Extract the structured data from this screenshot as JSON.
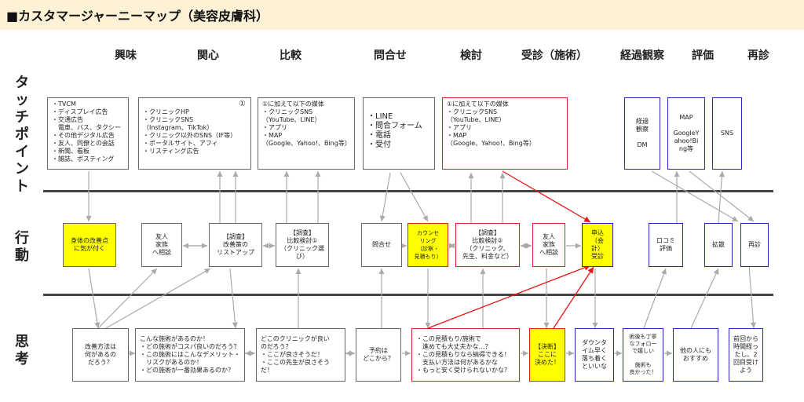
{
  "title": "■カスタマージャーニーマップ（美容皮膚科）",
  "stages": [
    "興味",
    "関心",
    "比較",
    "問合せ",
    "検討",
    "受診（施術）",
    "経過観察",
    "評価",
    "再診"
  ],
  "row_labels": {
    "touchpoint": "タッチポイント",
    "action": "行動",
    "thought": "思考"
  },
  "touchpoints": {
    "interest": "・TVCM\n・ディスプレイ広告\n・交通広告\n　電車、バス、タクシー\n・その他デジタル広告\n・友人、同僚との会話\n・新聞、看板\n・雑誌、ポスティング",
    "concern": "・クリニックHP\n・クリニックSNS\n（Instagram、TikTok）\n・クリニック以外のSNS（IF等）\n・ポータルサイト、アフィ\n・リスティング広告",
    "concern_marker": "①",
    "compare": "①に加えて以下の媒体\n・クリニックSNS\n（YouTube、LINE）\n・アプリ\n・MAP\n（Google、Yahoo!、Bing等）",
    "inquiry": "・LINE\n・問合フォーム\n・電話\n・受付",
    "consider": "①に加えて以下の媒体\n・クリニックSNS\n（YouTube、LINE）\n・アプリ\n・MAP\n（Google、Yahoo!、Bing等）",
    "followup": "経過\n観察\n\nDM",
    "review": "MAP\n\nGoogleY\nahoo!Bi\nng等",
    "revisit": "SNS"
  },
  "actions": {
    "notice": "身体の改善点\nに気が付く",
    "friend1": "友人\n家族\nへ相談",
    "research1": "【調査】\n改善策の\nリストアップ",
    "research2": "【調査】\n比較検討①\n（クリニック選\nび）",
    "inquiry": "問合せ",
    "counsel": "カウンセ\nリング\n（診察・\n見積もり）",
    "research3": "【調査】\n比較検討②\n（クリニック、\n先生、料金など）",
    "friend2": "友人\n家族\nへ相談",
    "apply": "申込\n（会計）\n受診",
    "review": "口コミ\n評価",
    "spread": "拡散",
    "revisit": "再診"
  },
  "thoughts": {
    "method": "改善方法は\n何があるの\nだろう？",
    "treatments": "こんな施術があるのか！\n・どの施術がコスパ良いのだろう？\n・この施術にはこんなデメリット・\n　リスクがあるのか！\n・どの施術が一番効果あるのか？",
    "clinic": "どこのクリニックが良い\nのだろう？\n・ここが良さそうだ！\n・ここの先生が良さそう\nだ！",
    "booking": "予約は\nどこから？",
    "estimate": "・この見積もり/施術で\n　進めても大丈夫かな…？\n・この見積もりなら納得できる！\n　支払い方法は何があるかな\n・もっと安く受けられないかな？",
    "decision": "【決断】\nここに\n決めた！",
    "downtime": "ダウンタ\nイム早く\n落ち着く\nといいな",
    "aftercare": "術後も丁寧\nなフォロー\nで嬉しい\n\n施術も\n良かった！",
    "recommend": "他の人にも\nおすすめ",
    "again": "前回から\n時間経っ\nたし、2\n回目受け\nよう"
  },
  "colors": {
    "title_bg": "#fdf1d6",
    "highlight": "#ffff00",
    "red_border": "#e02020",
    "blue_border": "#2323c8",
    "gray_arrow": "#aaaaaa",
    "red_arrow": "#ee1111"
  }
}
